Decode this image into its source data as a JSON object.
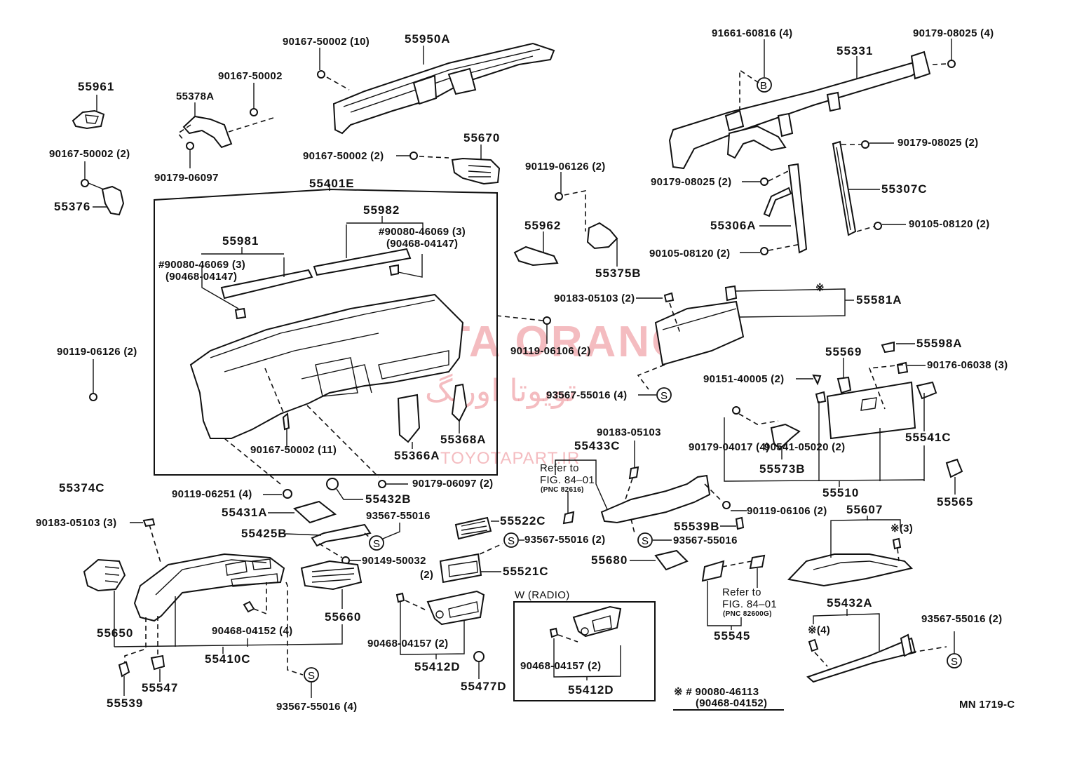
{
  "diagram": {
    "title_code": "MN 1719-C",
    "footnote": {
      "symbol": "※",
      "line1": "※ # 90080-46113",
      "line2": "(90468-04152)"
    },
    "watermarks": {
      "brand": "TOYOTA ORANG",
      "farsi": "تویوتا اورنگ",
      "site": "TOYOTAPART.IR"
    },
    "symbols": {
      "s_clip": "S",
      "b_bolt": "B",
      "asterisk": "※"
    },
    "labels": {
      "p55961": "55961",
      "p55378A": "55378A",
      "p90167_50002_top": "90167-50002",
      "p90167_50002_10": "90167-50002 (10)",
      "p55950A": "55950A",
      "p90179_06097": "90179-06097",
      "p90167_50002_2_left": "90167-50002 (2)",
      "p55376": "55376",
      "p90167_50002_2_mid": "90167-50002 (2)",
      "p55670": "55670",
      "p55401E": "55401E",
      "p55982": "55982",
      "p55981": "55981",
      "p90080_46069_a": "#90080-46069 (3)",
      "p90468_04147_a": "(90468-04147)",
      "p90080_46069_b": "#90080-46069 (3)",
      "p90468_04147_b": "(90468-04147)",
      "p91661_60816": "91661-60816 (4)",
      "p90179_08025_4": "90179-08025 (4)",
      "p55331": "55331",
      "p90179_08025_2_r": "90179-08025 (2)",
      "p90179_08025_2_l": "90179-08025 (2)",
      "p55307C": "55307C",
      "p55306A": "55306A",
      "p90105_08120_r": "90105-08120 (2)",
      "p90105_08120_l": "90105-08120 (2)",
      "p90119_06126_mid": "90119-06126 (2)",
      "p55962": "55962",
      "p55375B": "55375B",
      "p90183_05103_2": "90183-05103 (2)",
      "p55581A": "55581A",
      "p90119_06106_top": "90119-06106 (2)",
      "p55569": "55569",
      "p55598A": "55598A",
      "p90176_06038": "90176-06038 (3)",
      "p90151_40005": "90151-40005 (2)",
      "p93567_55016_4_mid": "93567-55016 (4)",
      "p55541C": "55541C",
      "p90183_05103_mid": "90183-05103",
      "p55433C": "55433C",
      "p90179_04017": "90179-04017 (4)",
      "p90541_05020": "90541-05020 (2)",
      "p55573B": "55573B",
      "p55510": "55510",
      "p55565": "55565",
      "p90119_06126_left": "90119-06126 (2)",
      "p55374C": "55374C",
      "p90167_50002_11": "90167-50002 (11)",
      "p55366A": "55366A",
      "p55368A": "55368A",
      "p90119_06251": "90119-06251 (4)",
      "p55432B": "55432B",
      "p90179_06097_2": "90179-06097 (2)",
      "p55431A": "55431A",
      "p93567_55016_plain_a": "93567-55016",
      "p55425B": "55425B",
      "p90149_50032": "90149-50032",
      "p90149_50032_qty": "(2)",
      "p55522C": "55522C",
      "p93567_55016_2_mid": "93567-55016 (2)",
      "p55521C": "55521C",
      "p90119_06106_low": "90119-06106 (2)",
      "p55539B": "55539B",
      "p93567_55016_plain_b": "93567-55016",
      "p55680": "55680",
      "p55607": "55607",
      "p_ast3": "※(3)",
      "p90183_05103_3": "90183-05103 (3)",
      "p55650": "55650",
      "p55660": "55660",
      "p90468_04152": "90468-04152 (4)",
      "p55410C": "55410C",
      "p55539": "55539",
      "p55547": "55547",
      "p93567_55016_4_low": "93567-55016 (4)",
      "p90468_04157_a": "90468-04157 (2)",
      "p55412D_a": "55412D",
      "p55477D": "55477D",
      "w_radio": "W (RADIO)",
      "p90468_04157_b": "90468-04157 (2)",
      "p55412D_b": "55412D",
      "p55545": "55545",
      "p55432A": "55432A",
      "p_ast4": "※(4)",
      "p93567_55016_2_right": "93567-55016 (2)"
    },
    "refer_notes": [
      {
        "line1": "Refer to",
        "line2": "FIG. 84–01",
        "line3": "(PNC 82616)"
      },
      {
        "line1": "Refer to",
        "line2": "FIG. 84–01",
        "line3": "(PNC 82600G)"
      }
    ]
  }
}
